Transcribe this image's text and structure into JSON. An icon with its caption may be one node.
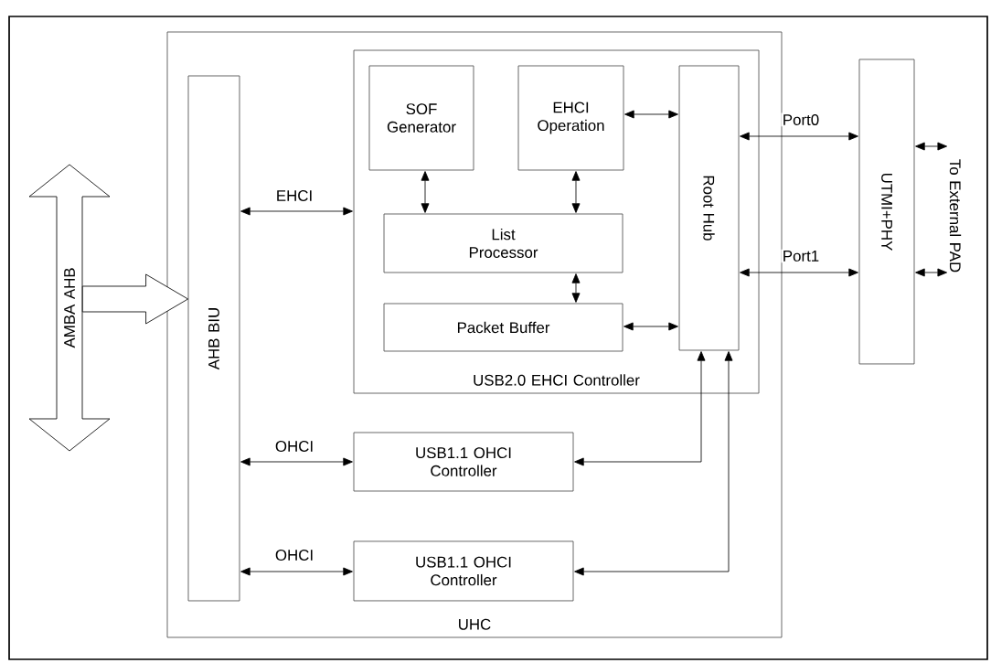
{
  "diagram": {
    "nodes": [
      {
        "text": [
          "UHC"
        ]
      },
      {
        "text": [
          "AHB BIU"
        ],
        "in": 0
      },
      {
        "text": [
          "USB2.0 EHCI Controller"
        ],
        "in": 0
      },
      {
        "text": [
          "SOF Generator"
        ],
        "in": 2
      },
      {
        "text": [
          "EHCI Operation"
        ],
        "in": 2
      },
      {
        "text": [
          "List Processor"
        ],
        "in": 2
      },
      {
        "text": [
          "Packet Buffer"
        ],
        "in": 2
      },
      {
        "text": [
          "Root Hub"
        ],
        "in": 2
      },
      {
        "text": [
          "USB1.1 OHCI Controller"
        ],
        "in": 0
      },
      {
        "text": [
          "USB1.1 OHCI Controller"
        ],
        "in": 0
      },
      {
        "text": [
          "UTMI+PHY"
        ]
      },
      {
        "text": [
          "AMBA AHB"
        ]
      },
      {
        "text": [
          "To External PAD"
        ]
      }
    ],
    "edges": [
      {
        "from": 11,
        "to": 1,
        "arrow": "to",
        "style": "thick"
      },
      {
        "from": 1,
        "to": 2,
        "arrow": "both",
        "label": "EHCI"
      },
      {
        "from": 3,
        "to": 5,
        "arrow": "both"
      },
      {
        "from": 4,
        "to": 5,
        "arrow": "both"
      },
      {
        "from": 5,
        "to": 6,
        "arrow": "both"
      },
      {
        "from": 4,
        "to": 7,
        "arrow": "both"
      },
      {
        "from": 6,
        "to": 7,
        "arrow": "both"
      },
      {
        "from": 7,
        "to": 10,
        "arrow": "both",
        "label": "Port0"
      },
      {
        "from": 7,
        "to": 10,
        "arrow": "both",
        "label": "Port1"
      },
      {
        "from": 1,
        "to": 8,
        "arrow": "both",
        "label": "OHCI"
      },
      {
        "from": 1,
        "to": 9,
        "arrow": "both",
        "label": "OHCI"
      },
      {
        "from": 7,
        "to": 8,
        "arrow": "both"
      },
      {
        "from": 7,
        "to": 9,
        "arrow": "both"
      },
      {
        "from": 10,
        "to": 12,
        "arrow": "both"
      },
      {
        "from": 10,
        "to": 12,
        "arrow": "both"
      }
    ]
  }
}
